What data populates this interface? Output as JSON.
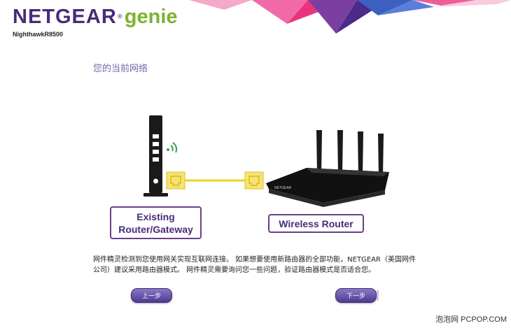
{
  "header": {
    "brand_name": "NETGEAR",
    "brand_suffix": "genie",
    "brand_mark": "®",
    "model": "NighthawkR8500"
  },
  "page": {
    "title": "您的当前网络"
  },
  "diagram": {
    "gateway_label_line1": "Existing",
    "gateway_label_line2": "Router/Gateway",
    "router_label": "Wireless Router",
    "icons": [
      "gateway-device-icon",
      "wifi-signal-icon",
      "ethernet-port-icon",
      "wireless-router-icon",
      "ethernet-cable"
    ]
  },
  "info": {
    "text": "网件精灵检测到您使用网关实现互联网连接。 如果想要使用新路由器的全部功能，NETGEAR（美国网件公司）建议采用路由器模式。 网件精灵需要询问您一些问题，验证路由器模式是否适合您。"
  },
  "buttons": {
    "prev_label": "上一步",
    "next_label": "下一步"
  },
  "watermark": {
    "text": "泡泡网 PCPOP.COM"
  },
  "colors": {
    "brand_purple": "#4a2a7a",
    "brand_green": "#7cb32d",
    "cable_yellow": "#f2d21b",
    "button_purple": "#5a46a0"
  }
}
